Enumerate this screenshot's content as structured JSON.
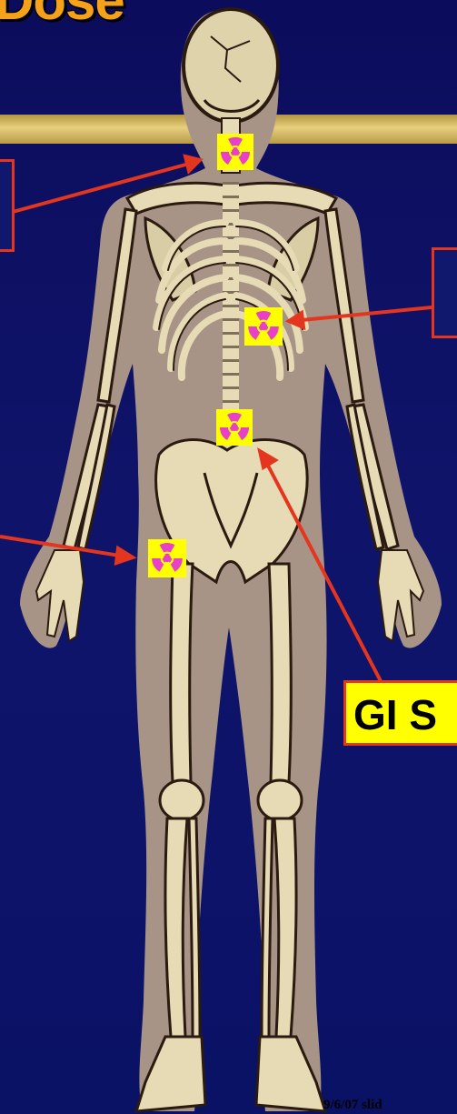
{
  "slide": {
    "title": "Dose",
    "gi_label": "GI S",
    "footer": "9/6/07   slid"
  },
  "colors": {
    "background": "#0c0c5c",
    "title_text": "#f5a21a",
    "arrow": "#e4351e",
    "label_fill": "#ffff00",
    "marker_fill": "#ffff00",
    "marker_symbol": "#e840c8"
  },
  "markers": [
    {
      "name": "thyroid-radiation-marker",
      "icon": "radiation-trefoil-icon"
    },
    {
      "name": "spine-radiation-marker",
      "icon": "radiation-trefoil-icon"
    },
    {
      "name": "lumbar-radiation-marker",
      "icon": "radiation-trefoil-icon"
    },
    {
      "name": "hip-radiation-marker",
      "icon": "radiation-trefoil-icon"
    }
  ]
}
